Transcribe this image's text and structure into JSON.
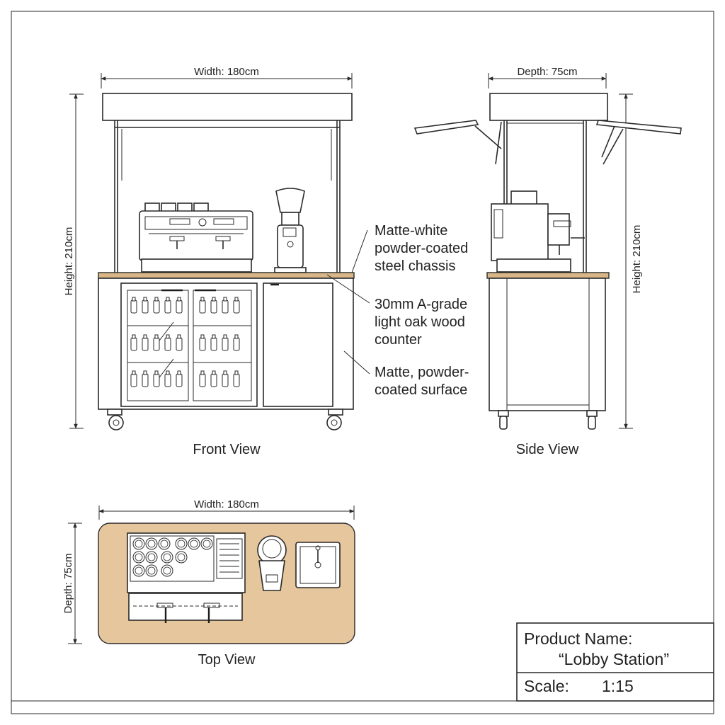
{
  "front_view": {
    "label": "Front View",
    "width_dim": "Width: 180cm",
    "height_dim": "Height: 210cm"
  },
  "side_view": {
    "label": "Side View",
    "depth_dim": "Depth: 75cm",
    "height_dim": "Height: 210cm"
  },
  "top_view": {
    "label": "Top View",
    "width_dim": "Width: 180cm",
    "depth_dim": "Depth: 75cm"
  },
  "callouts": [
    {
      "lines": [
        "Matte-white",
        "powder-coated",
        "steel chassis"
      ]
    },
    {
      "lines": [
        "30mm A-grade",
        "light oak wood",
        "counter"
      ]
    },
    {
      "lines": [
        "Matte, powder-",
        "coated surface"
      ]
    }
  ],
  "title_block": {
    "product_label": "Product Name:",
    "product_name": "“Lobby Station”",
    "scale_label": "Scale:",
    "scale_value": "1:15"
  },
  "colors": {
    "line": "#2a2a2a",
    "wood_counter": "#d9b687",
    "top_surface": "#e6c79d",
    "paper": "#ffffff"
  }
}
